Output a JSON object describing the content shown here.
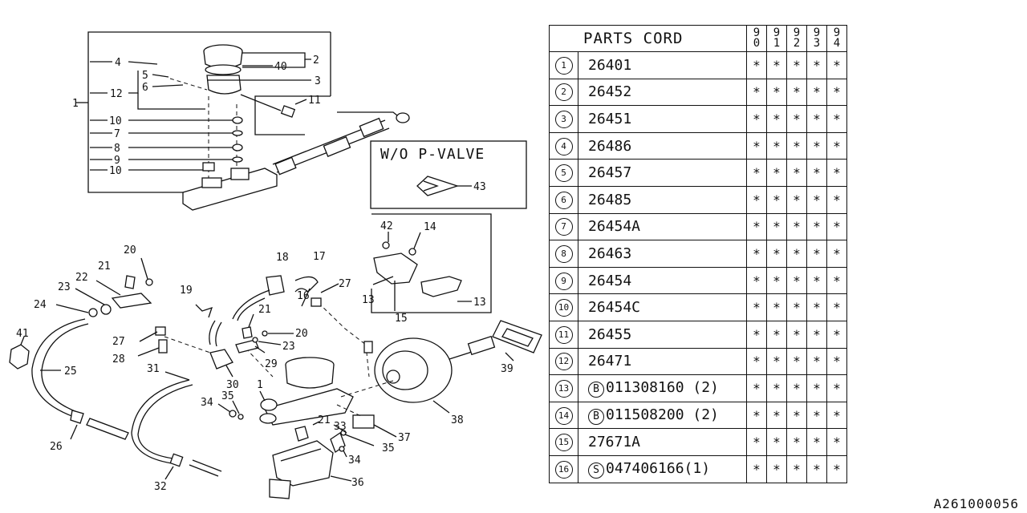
{
  "table": {
    "header": "PARTS CORD",
    "years": [
      "90",
      "91",
      "92",
      "93",
      "94"
    ],
    "rows": [
      {
        "index": "1",
        "prefix": "",
        "part": "26401",
        "marks": [
          "*",
          "*",
          "*",
          "*",
          "*"
        ]
      },
      {
        "index": "2",
        "prefix": "",
        "part": "26452",
        "marks": [
          "*",
          "*",
          "*",
          "*",
          "*"
        ]
      },
      {
        "index": "3",
        "prefix": "",
        "part": "26451",
        "marks": [
          "*",
          "*",
          "*",
          "*",
          "*"
        ]
      },
      {
        "index": "4",
        "prefix": "",
        "part": "26486",
        "marks": [
          "*",
          "*",
          "*",
          "*",
          "*"
        ]
      },
      {
        "index": "5",
        "prefix": "",
        "part": "26457",
        "marks": [
          "*",
          "*",
          "*",
          "*",
          "*"
        ]
      },
      {
        "index": "6",
        "prefix": "",
        "part": "26485",
        "marks": [
          "*",
          "*",
          "*",
          "*",
          "*"
        ]
      },
      {
        "index": "7",
        "prefix": "",
        "part": "26454A",
        "marks": [
          "*",
          "*",
          "*",
          "*",
          "*"
        ]
      },
      {
        "index": "8",
        "prefix": "",
        "part": "26463",
        "marks": [
          "*",
          "*",
          "*",
          "*",
          "*"
        ]
      },
      {
        "index": "9",
        "prefix": "",
        "part": "26454",
        "marks": [
          "*",
          "*",
          "*",
          "*",
          "*"
        ]
      },
      {
        "index": "10",
        "prefix": "",
        "part": "26454C",
        "marks": [
          "*",
          "*",
          "*",
          "*",
          "*"
        ]
      },
      {
        "index": "11",
        "prefix": "",
        "part": "26455",
        "marks": [
          "*",
          "*",
          "*",
          "*",
          "*"
        ]
      },
      {
        "index": "12",
        "prefix": "",
        "part": "26471",
        "marks": [
          "*",
          "*",
          "*",
          "*",
          "*"
        ]
      },
      {
        "index": "13",
        "prefix": "B",
        "part": "011308160 (2)",
        "marks": [
          "*",
          "*",
          "*",
          "*",
          "*"
        ]
      },
      {
        "index": "14",
        "prefix": "B",
        "part": "011508200 (2)",
        "marks": [
          "*",
          "*",
          "*",
          "*",
          "*"
        ]
      },
      {
        "index": "15",
        "prefix": "",
        "part": "27671A",
        "marks": [
          "*",
          "*",
          "*",
          "*",
          "*"
        ]
      },
      {
        "index": "16",
        "prefix": "S",
        "part": "047406166(1)",
        "marks": [
          "*",
          "*",
          "*",
          "*",
          "*"
        ]
      }
    ]
  },
  "inset": {
    "label": "W/O P-VALVE",
    "callout": "43"
  },
  "callouts": [
    "1",
    "2",
    "3",
    "4",
    "5",
    "6",
    "7",
    "8",
    "9",
    "10",
    "10",
    "11",
    "12",
    "40",
    "13",
    "13",
    "14",
    "15",
    "16",
    "17",
    "18",
    "19",
    "20",
    "20",
    "21",
    "21",
    "21",
    "22",
    "23",
    "23",
    "24",
    "25",
    "26",
    "27",
    "27",
    "28",
    "29",
    "30",
    "31",
    "32",
    "33",
    "34",
    "34",
    "35",
    "35",
    "36",
    "37",
    "38",
    "39",
    "41",
    "42",
    "1"
  ],
  "footer_code": "A261000056"
}
